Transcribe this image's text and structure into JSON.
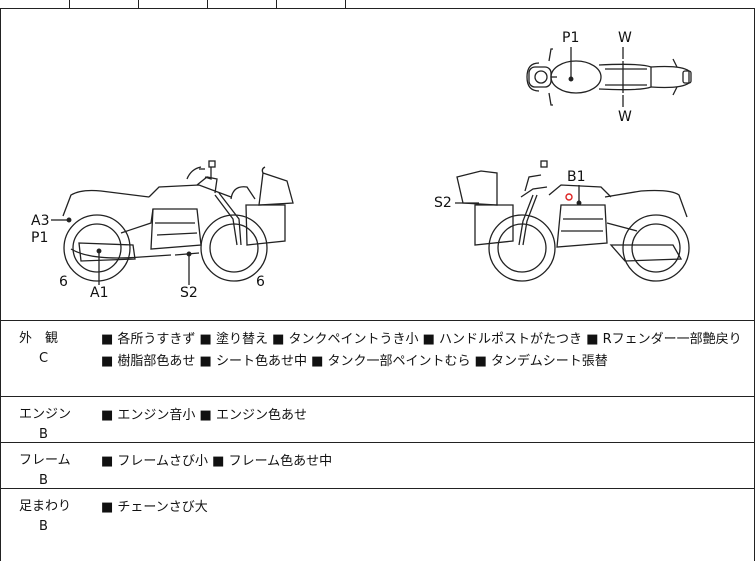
{
  "diagram": {
    "top_view": {
      "labels": [
        "P1",
        "W",
        "W"
      ]
    },
    "left_side_view": {
      "labels": [
        "A3",
        "P1",
        "6",
        "A1",
        "S2",
        "6"
      ]
    },
    "right_side_view": {
      "labels": [
        "S2",
        "B1"
      ]
    }
  },
  "sections": [
    {
      "category": "外　観",
      "grade": "C",
      "remarks": "■ 各所うすきず ■ 塗り替え ■ タンクペイントうき小 ■ ハンドルポストがたつき ■ Rフェンダー一部艶戻り ■ 樹脂部色あせ ■ シート色あせ中 ■ タンク一部ペイントむら ■ タンデムシート張替"
    },
    {
      "category": "エンジン",
      "grade": "B",
      "remarks": "■ エンジン音小 ■ エンジン色あせ"
    },
    {
      "category": "フレーム",
      "grade": "B",
      "remarks": "■ フレームさび小 ■ フレーム色あせ中"
    },
    {
      "category": "足まわり",
      "grade": "B",
      "remarks": "■ チェーンさび大"
    }
  ]
}
